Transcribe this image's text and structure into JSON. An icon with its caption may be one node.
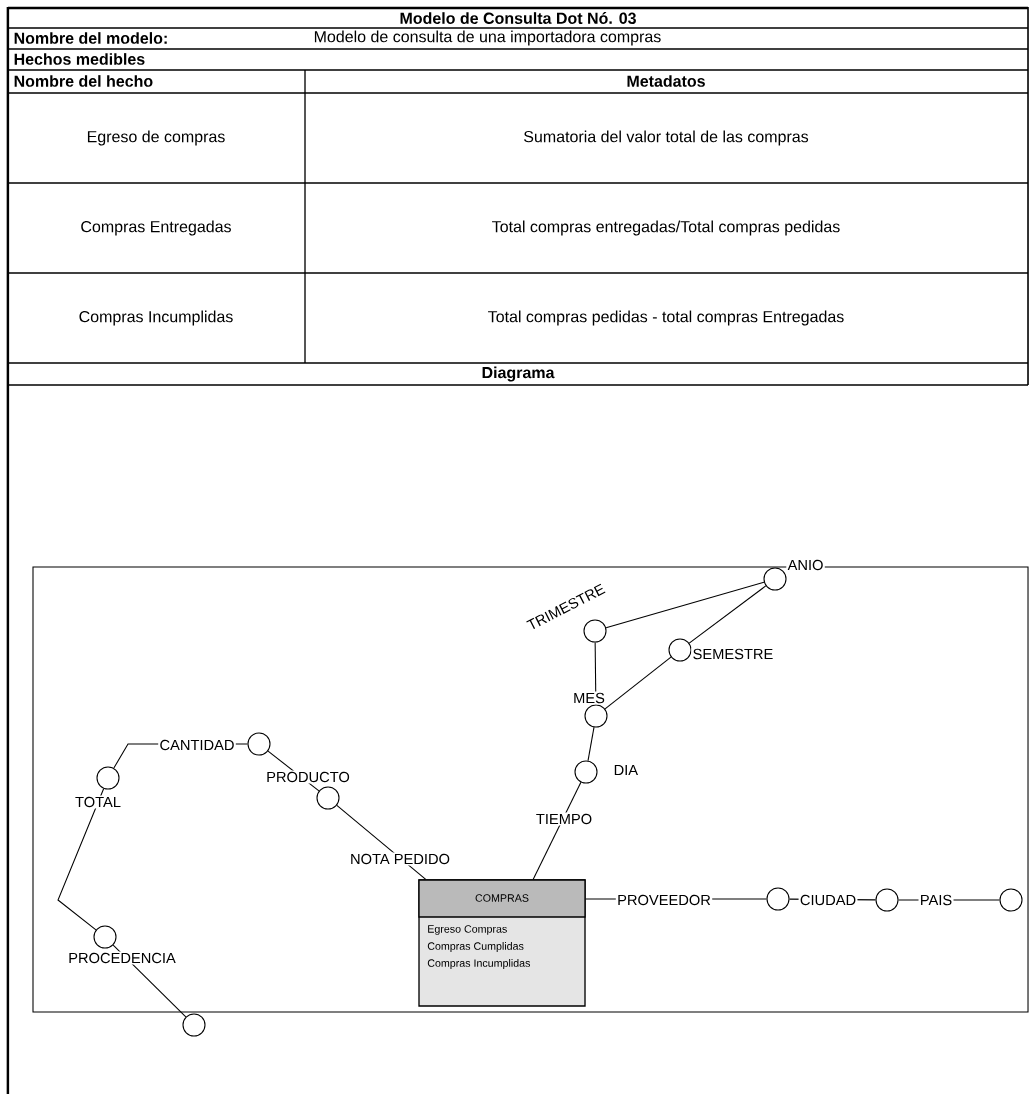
{
  "diagram": {
    "title": "Modelo de Consulta Dot Nó. 03",
    "nodes": [
      {
        "text": [
          "COMPRAS",
          "Egreso Compras",
          "Compras Cumplidas",
          "Compras Incumplidas"
        ]
      },
      {
        "text": [],
        "shape": "circle",
        "beside": [
          "DIA"
        ]
      },
      {
        "text": [],
        "shape": "circle",
        "beside": [
          "MES"
        ]
      },
      {
        "text": [],
        "shape": "circle",
        "beside": [
          "TRIMESTRE"
        ]
      },
      {
        "text": [],
        "shape": "circle",
        "beside": [
          "SEMESTRE"
        ]
      },
      {
        "text": [],
        "shape": "circle",
        "beside": [
          "ANIO"
        ]
      },
      {
        "text": [],
        "shape": "circle",
        "beside": [
          "PRODUCTO"
        ]
      },
      {
        "text": [],
        "shape": "circle"
      },
      {
        "text": [],
        "shape": "circle",
        "beside": [
          "TOTAL"
        ]
      },
      {
        "text": [],
        "shape": "circle",
        "beside": [
          "PROCEDENCIA"
        ]
      },
      {
        "text": [],
        "shape": "circle"
      },
      {
        "text": [],
        "shape": "circle"
      },
      {
        "text": [],
        "shape": "circle"
      },
      {
        "text": [],
        "shape": "circle"
      }
    ],
    "edges": [
      {
        "from": 0,
        "to": 1,
        "arrow": "none",
        "label": "TIEMPO"
      },
      {
        "from": 1,
        "to": 2,
        "arrow": "none"
      },
      {
        "from": 2,
        "to": 3,
        "arrow": "none"
      },
      {
        "from": 2,
        "to": 4,
        "arrow": "none"
      },
      {
        "from": 3,
        "to": 5,
        "arrow": "none"
      },
      {
        "from": 4,
        "to": 5,
        "arrow": "none"
      },
      {
        "from": 0,
        "to": 6,
        "arrow": "none",
        "label": "NOTA PEDIDO"
      },
      {
        "from": 6,
        "to": 7,
        "arrow": "none"
      },
      {
        "from": 7,
        "to": 8,
        "arrow": "none",
        "label": "CANTIDAD"
      },
      {
        "from": 8,
        "to": 9,
        "arrow": "none"
      },
      {
        "from": 9,
        "to": 10,
        "arrow": "none"
      },
      {
        "from": 0,
        "to": 11,
        "arrow": "none",
        "label": "PROVEEDOR"
      },
      {
        "from": 11,
        "to": 12,
        "arrow": "none",
        "label": "CIUDAD"
      },
      {
        "from": 12,
        "to": 13,
        "arrow": "none",
        "label": "PAIS"
      }
    ],
    "labels": [
      "Nombre del modelo:",
      "Modelo de consulta de una importadora compras",
      "Hechos medibles",
      "Nombre del hecho",
      "Metadatos",
      "Egreso de compras",
      "Sumatoria del valor total de las compras",
      "Compras Entregadas",
      "Total compras entregadas/Total compras pedidas",
      "Compras Incumplidas",
      "Total compras pedidas - total compras Entregadas",
      "Diagrama"
    ]
  }
}
